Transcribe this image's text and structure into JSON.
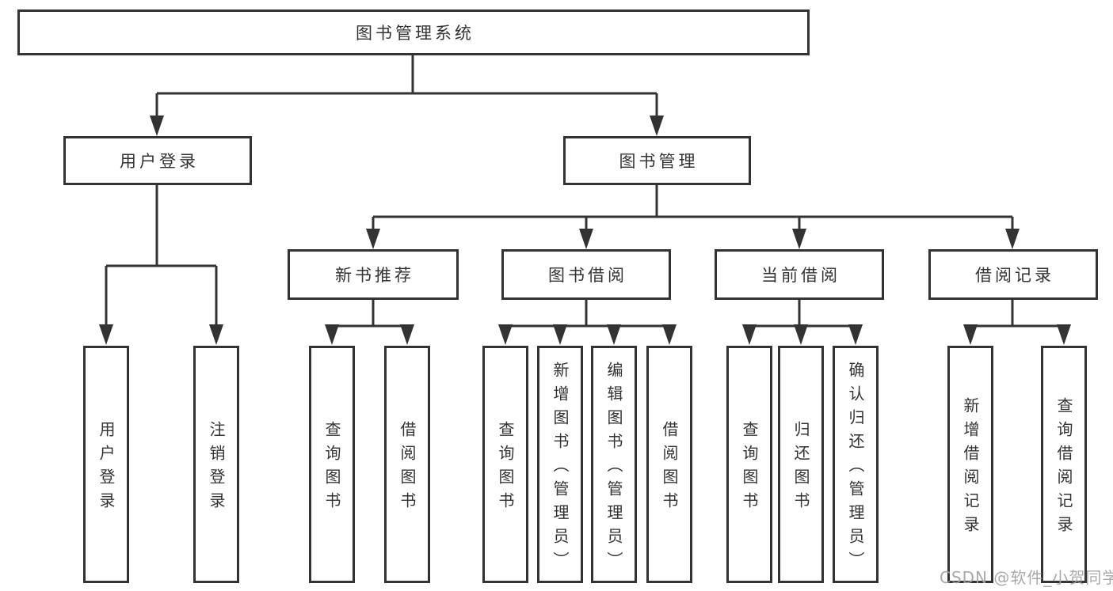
{
  "diagram": {
    "root": {
      "label": "图书管理系统"
    },
    "level2": [
      {
        "label": "用户登录"
      },
      {
        "label": "图书管理"
      }
    ],
    "level3": [
      {
        "label": "新书推荐"
      },
      {
        "label": "图书借阅"
      },
      {
        "label": "当前借阅"
      },
      {
        "label": "借阅记录"
      }
    ],
    "leaves": {
      "login": [
        {
          "label": "用户登录"
        },
        {
          "label": "注销登录"
        }
      ],
      "recommend": [
        {
          "label": "查询图书"
        },
        {
          "label": "借阅图书"
        }
      ],
      "borrow": [
        {
          "label": "查询图书"
        },
        {
          "label": "新增图书（管理员）"
        },
        {
          "label": "编辑图书（管理员）"
        },
        {
          "label": "借阅图书"
        }
      ],
      "current": [
        {
          "label": "查询图书"
        },
        {
          "label": "归还图书"
        },
        {
          "label": "确认归还（管理员）"
        }
      ],
      "records": [
        {
          "label": "新增借阅记录"
        },
        {
          "label": "查询借阅记录"
        }
      ]
    }
  },
  "watermark": "CSDN @软件_小贺同学",
  "colors": {
    "line": "#333333",
    "text": "#333333",
    "box_background": "#ffffff",
    "watermark": "#a2a2a2",
    "background": "#ffffff"
  }
}
